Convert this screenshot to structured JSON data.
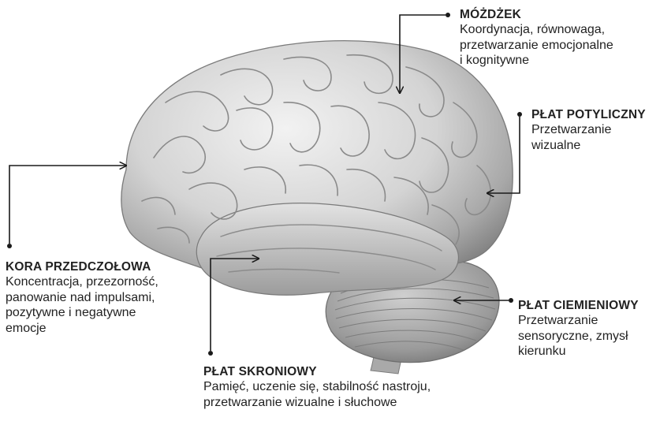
{
  "regions": [
    {
      "key": "mozdzek",
      "title": "MÓŻDŻEK",
      "desc": [
        "Koordynacja, równowaga,",
        "przetwarzanie emocjonalne",
        "i kognitywne"
      ]
    },
    {
      "key": "potyliczny",
      "title": "PŁAT POTYLICZNY",
      "desc": [
        "Przetwarzanie",
        "wizualne"
      ]
    },
    {
      "key": "przedczolowa",
      "title": "KORA PRZEDCZOŁOWA",
      "desc": [
        "Koncentracja, przezorność,",
        "panowanie nad impulsami,",
        "pozytywne i negatywne",
        "emocje"
      ]
    },
    {
      "key": "ciemieniowy",
      "title": "PŁAT CIEMIENIOWY",
      "desc": [
        "Przetwarzanie",
        "sensoryczne, zmysł",
        "kierunku"
      ]
    },
    {
      "key": "skroniowy",
      "title": "PŁAT SKRONIOWY",
      "desc": [
        "Pamięć, uczenie się, stabilność nastroju,",
        "przetwarzanie wizualne i słuchowe"
      ]
    }
  ],
  "colors": {
    "text": "#222222",
    "line": "#1a1a1a",
    "brain_light": "#e6e6e6",
    "brain_mid": "#b4b4b4",
    "brain_dark": "#7a7a7a"
  }
}
